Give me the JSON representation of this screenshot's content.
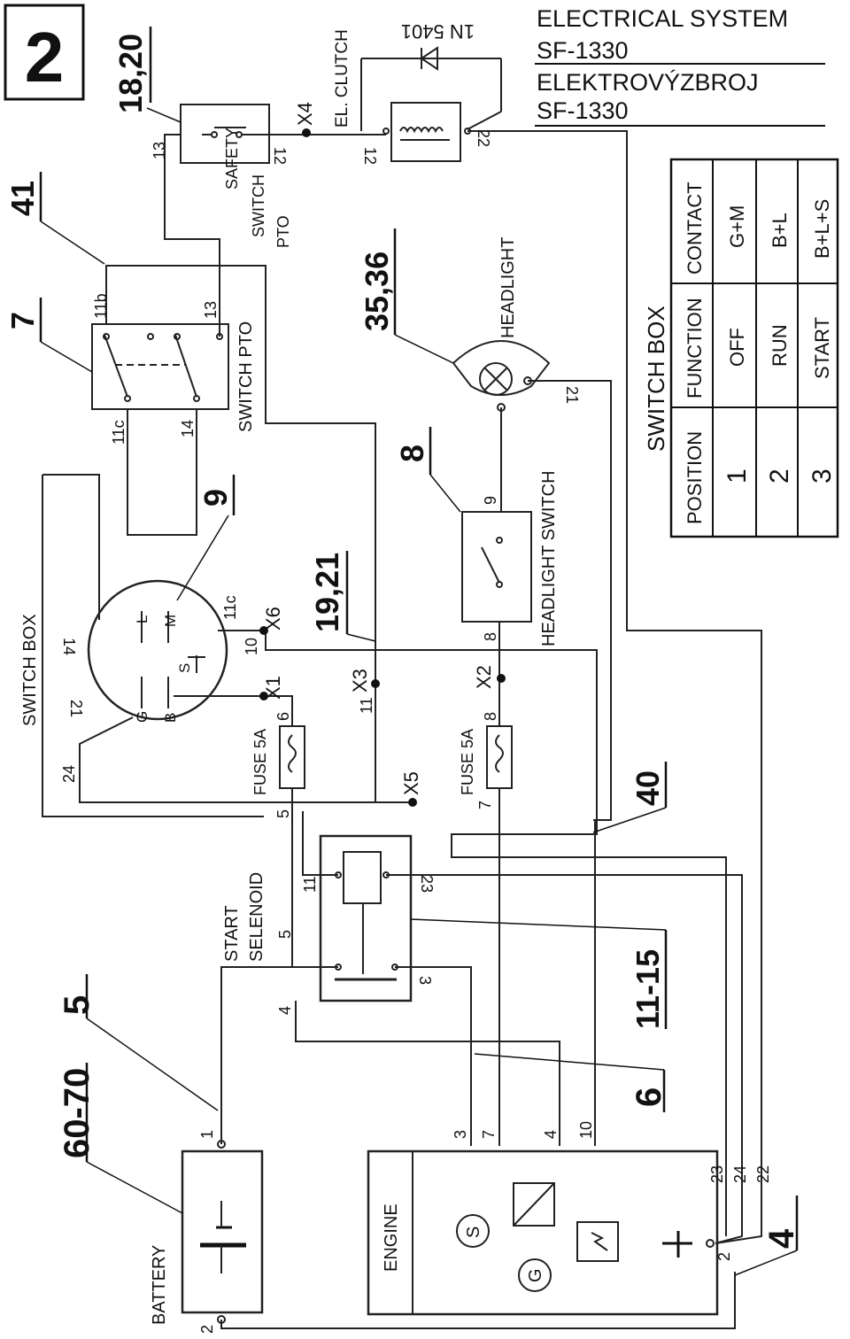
{
  "sheet_number": "2",
  "title_block": {
    "line1": "ELECTRICAL SYSTEM",
    "line2": "SF-1330",
    "line3": "ELEKTROVÝZBROJ",
    "line4": "SF-1330"
  },
  "switch_box_table": {
    "title": "SWITCH BOX",
    "headers": [
      "POSITION",
      "FUNCTION",
      "CONTACT"
    ],
    "rows": [
      [
        "1",
        "OFF",
        "G+M"
      ],
      [
        "2",
        "RUN",
        "B+L"
      ],
      [
        "3",
        "START",
        "B+L+S"
      ]
    ]
  },
  "components": {
    "el_clutch": "EL. CLUTCH",
    "diode": "1N 5401",
    "safety_switch": [
      "SAFETY",
      "SWITCH",
      "PTO"
    ],
    "switch_pto": "SWITCH PTO",
    "headlight": "HEADLIGHT",
    "headlight_switch": "HEADLIGHT SWITCH",
    "switch_box": "SWITCH BOX",
    "fuse_left": "FUSE 5A",
    "fuse_right": "FUSE 5A",
    "start_solenoid": [
      "START",
      "SELENOID"
    ],
    "battery": "BATTERY",
    "engine": "ENGINE",
    "switch_letters": [
      "L",
      "M",
      "S",
      "G",
      "B"
    ]
  },
  "reference_numbers": [
    "18,20",
    "41",
    "7",
    "9",
    "35,36",
    "8",
    "19,21",
    "40",
    "11-15",
    "5",
    "60-70",
    "6",
    "4"
  ],
  "connectors": [
    "X4",
    "X6",
    "X1",
    "X3",
    "X2",
    "X5"
  ],
  "wire_numbers": [
    "13",
    "12",
    "12",
    "22",
    "11b",
    "13",
    "11c",
    "14",
    "21",
    "9",
    "8",
    "14",
    "10",
    "11c",
    "21",
    "24",
    "6",
    "8",
    "11",
    "5",
    "7",
    "11",
    "23",
    "5",
    "4",
    "3",
    "1",
    "2",
    "3",
    "7",
    "4",
    "10",
    "23",
    "24",
    "22",
    "2"
  ]
}
